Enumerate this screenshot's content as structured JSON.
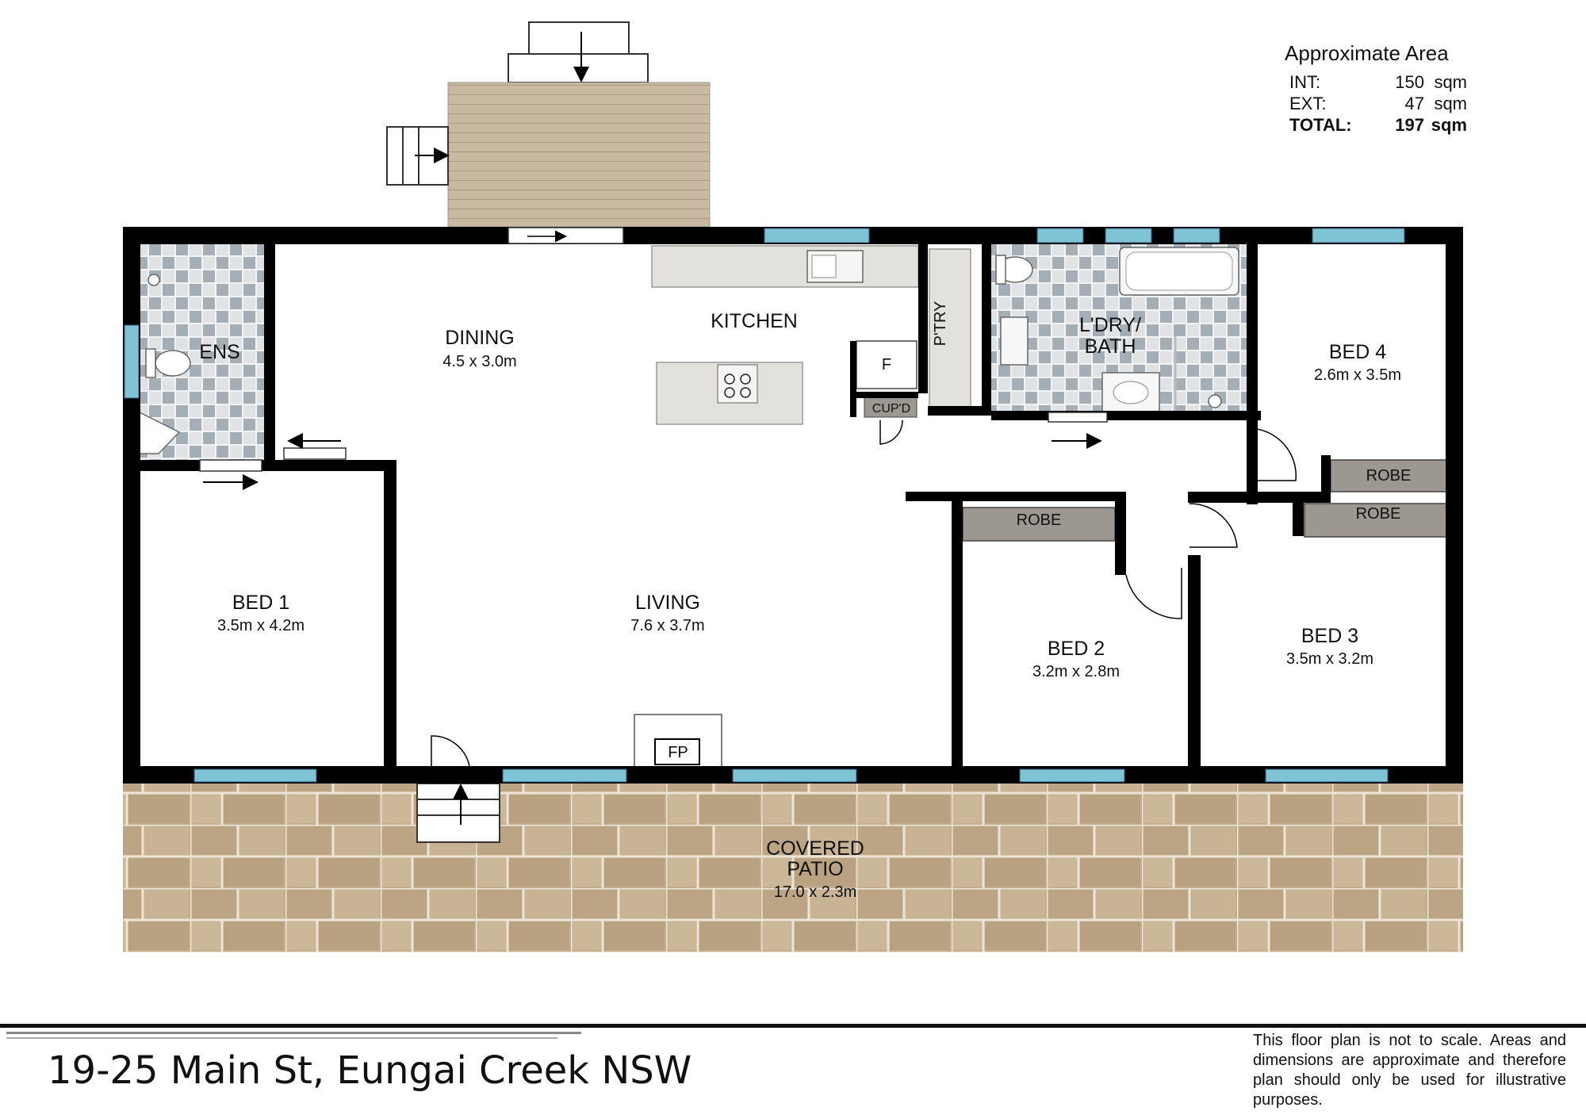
{
  "area": {
    "title": "Approximate Area",
    "rows": [
      {
        "label": "INT:",
        "value": "150",
        "unit": "sqm"
      },
      {
        "label": "EXT:",
        "value": "47",
        "unit": "sqm"
      },
      {
        "label": "TOTAL:",
        "value": "197",
        "unit": "sqm"
      }
    ]
  },
  "rooms": {
    "ens": {
      "name": "ENS"
    },
    "dining": {
      "name": "DINING",
      "dims": "4.5 x 3.0m"
    },
    "kitchen": {
      "name": "KITCHEN"
    },
    "pantry": {
      "name": "P'TRY"
    },
    "fridge": {
      "name": "F"
    },
    "cupboard": {
      "name": "CUP'D"
    },
    "laundry_bath": {
      "name_line1": "L'DRY/",
      "name_line2": "BATH"
    },
    "bed4": {
      "name": "BED 4",
      "dims": "2.6m x 3.5m"
    },
    "bed1": {
      "name": "BED 1",
      "dims": "3.5m x 4.2m"
    },
    "living": {
      "name": "LIVING",
      "dims": "7.6 x 3.7m"
    },
    "fireplace": {
      "name": "FP"
    },
    "bed2": {
      "name": "BED 2",
      "dims": "3.2m x 2.8m"
    },
    "bed3": {
      "name": "BED 3",
      "dims": "3.5m x 3.2m"
    },
    "robe_bed2": {
      "name": "ROBE"
    },
    "robe_bed3": {
      "name": "ROBE"
    },
    "robe_bed4": {
      "name": "ROBE"
    },
    "patio": {
      "name_line1": "COVERED",
      "name_line2": "PATIO",
      "dims": "17.0 x 2.3m"
    }
  },
  "footer": {
    "address": "19-25 Main St, Eungai Creek NSW",
    "disclaimer": "This floor plan is not to scale. Areas and dimensions are approximate and therefore plan should only be used for illustrative purposes."
  },
  "colors": {
    "wall": "#000000",
    "window": "#7fc4d4",
    "deck": "#c9b9a0",
    "patio": "#bfa888",
    "tile_light": "#dde2e6",
    "tile_dark": "#9aa3aa",
    "robe": "#9c9790",
    "counter": "#e2e1dc"
  }
}
